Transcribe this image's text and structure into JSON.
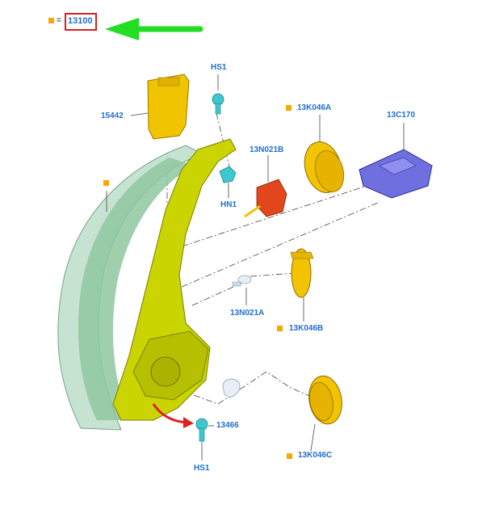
{
  "legend": {
    "equals": "=",
    "part_number": "13100"
  },
  "labels": {
    "hs1_top": "HS1",
    "p15442": "15442",
    "p13K046A": "13K046A",
    "p13C170": "13C170",
    "p13N021B": "13N021B",
    "hn1": "HN1",
    "p13N021A": "13N021A",
    "p13K046B": "13K046B",
    "p13466": "13466",
    "hs1_bottom": "HS1",
    "p13K046C": "13K046C"
  },
  "colors": {
    "housing": "#c9d400",
    "lens": "#8fc7a0",
    "connector": "#f0c400",
    "cap": "#f3c300",
    "module": "#6f6fe0",
    "bulb_red": "#e1461c",
    "screw": "#3dc7cf",
    "bulb_white": "#e9eef4",
    "green_arrow": "#22dd22",
    "red_arrow": "#e02020",
    "highlight": "#d81e1e",
    "label": "#1f6fd1",
    "marker": "#f2a900"
  }
}
